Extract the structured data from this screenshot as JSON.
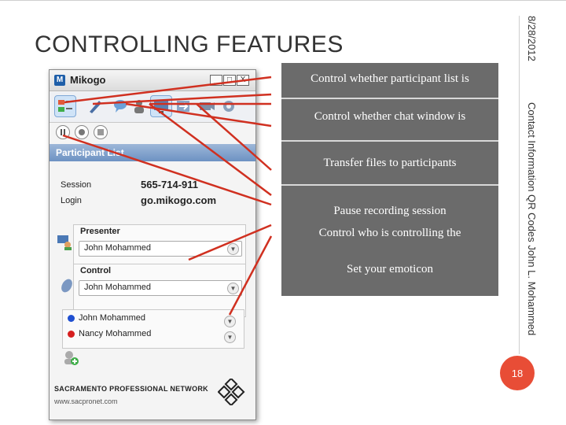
{
  "slide": {
    "title": "CONTROLLING FEATURES",
    "date": "8/28/2012",
    "footer": "Contact Information QR Codes    John L. Mohammed",
    "page_number": "18",
    "accent_color": "#e84d36"
  },
  "app": {
    "name": "Mikogo",
    "window_controls": [
      "_",
      "□",
      "X"
    ],
    "toolbar_icons": [
      "participant-list-icon",
      "pen-icon",
      "chat-icon",
      "people-icon",
      "screen-icon",
      "transfer-icon",
      "record-icon",
      "settings-icon"
    ],
    "panel_title": "Participant List",
    "session_label": "Session",
    "session_value": "565-714-911",
    "login_label": "Login",
    "login_value": "go.mikogo.com",
    "presenter_label": "Presenter",
    "presenter_value": "John Mohammed",
    "control_label": "Control",
    "control_value": "John Mohammed",
    "participants": [
      {
        "name": "John Mohammed",
        "color": "#1f4fd1"
      },
      {
        "name": "Nancy Mohammed",
        "color": "#d61f1f"
      }
    ],
    "network_name": "SACRAMENTO PROFESSIONAL NETWORK",
    "network_url": "www.sacpronet.com"
  },
  "callouts": [
    {
      "text": "Control whether participant list is"
    },
    {
      "text": "Control whether chat window is"
    },
    {
      "text": "Transfer files to participants"
    },
    {
      "text": "Pause recording session"
    },
    {
      "text": "Control who is controlling the"
    },
    {
      "text": "Set your emoticon"
    }
  ]
}
